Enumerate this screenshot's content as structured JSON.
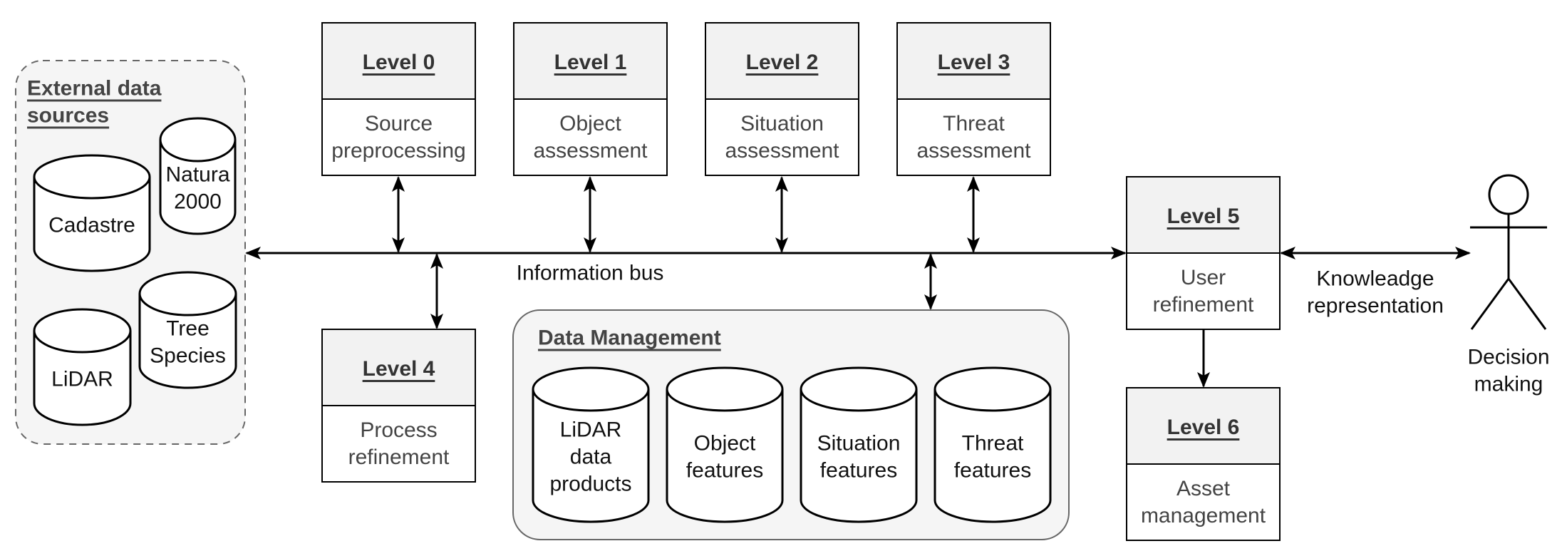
{
  "levels": [
    {
      "id": "level0",
      "title": "Level 0",
      "lines": [
        "Source",
        "preprocessing"
      ]
    },
    {
      "id": "level1",
      "title": "Level 1",
      "lines": [
        "Object",
        "assessment"
      ]
    },
    {
      "id": "level2",
      "title": "Level 2",
      "lines": [
        "Situation",
        "assessment"
      ]
    },
    {
      "id": "level3",
      "title": "Level 3",
      "lines": [
        "Threat",
        "assessment"
      ]
    },
    {
      "id": "level4",
      "title": "Level 4",
      "lines": [
        "Process",
        "refinement"
      ]
    },
    {
      "id": "level5",
      "title": "Level 5",
      "lines": [
        "User",
        "refinement"
      ]
    },
    {
      "id": "level6",
      "title": "Level 6",
      "lines": [
        "Asset",
        "management"
      ]
    }
  ],
  "external": {
    "title_lines": [
      "External data",
      "sources"
    ],
    "sources": [
      {
        "id": "cadastre",
        "lines": [
          "Cadastre"
        ]
      },
      {
        "id": "natura",
        "lines": [
          "Natura",
          "2000"
        ]
      },
      {
        "id": "lidar",
        "lines": [
          "LiDAR"
        ]
      },
      {
        "id": "tree",
        "lines": [
          "Tree",
          "Species"
        ]
      }
    ]
  },
  "data_management": {
    "title": "Data Management",
    "stores": [
      {
        "id": "lidar-products",
        "lines": [
          "LiDAR",
          "data",
          "products"
        ]
      },
      {
        "id": "object-features",
        "lines": [
          "Object",
          "features"
        ]
      },
      {
        "id": "situation-features",
        "lines": [
          "Situation",
          "features"
        ]
      },
      {
        "id": "threat-features",
        "lines": [
          "Threat",
          "features"
        ]
      }
    ]
  },
  "bus_label": "Information bus",
  "knowledge_label": [
    "Knowleadge",
    "representation"
  ],
  "actor_label": [
    "Decision",
    "making"
  ]
}
